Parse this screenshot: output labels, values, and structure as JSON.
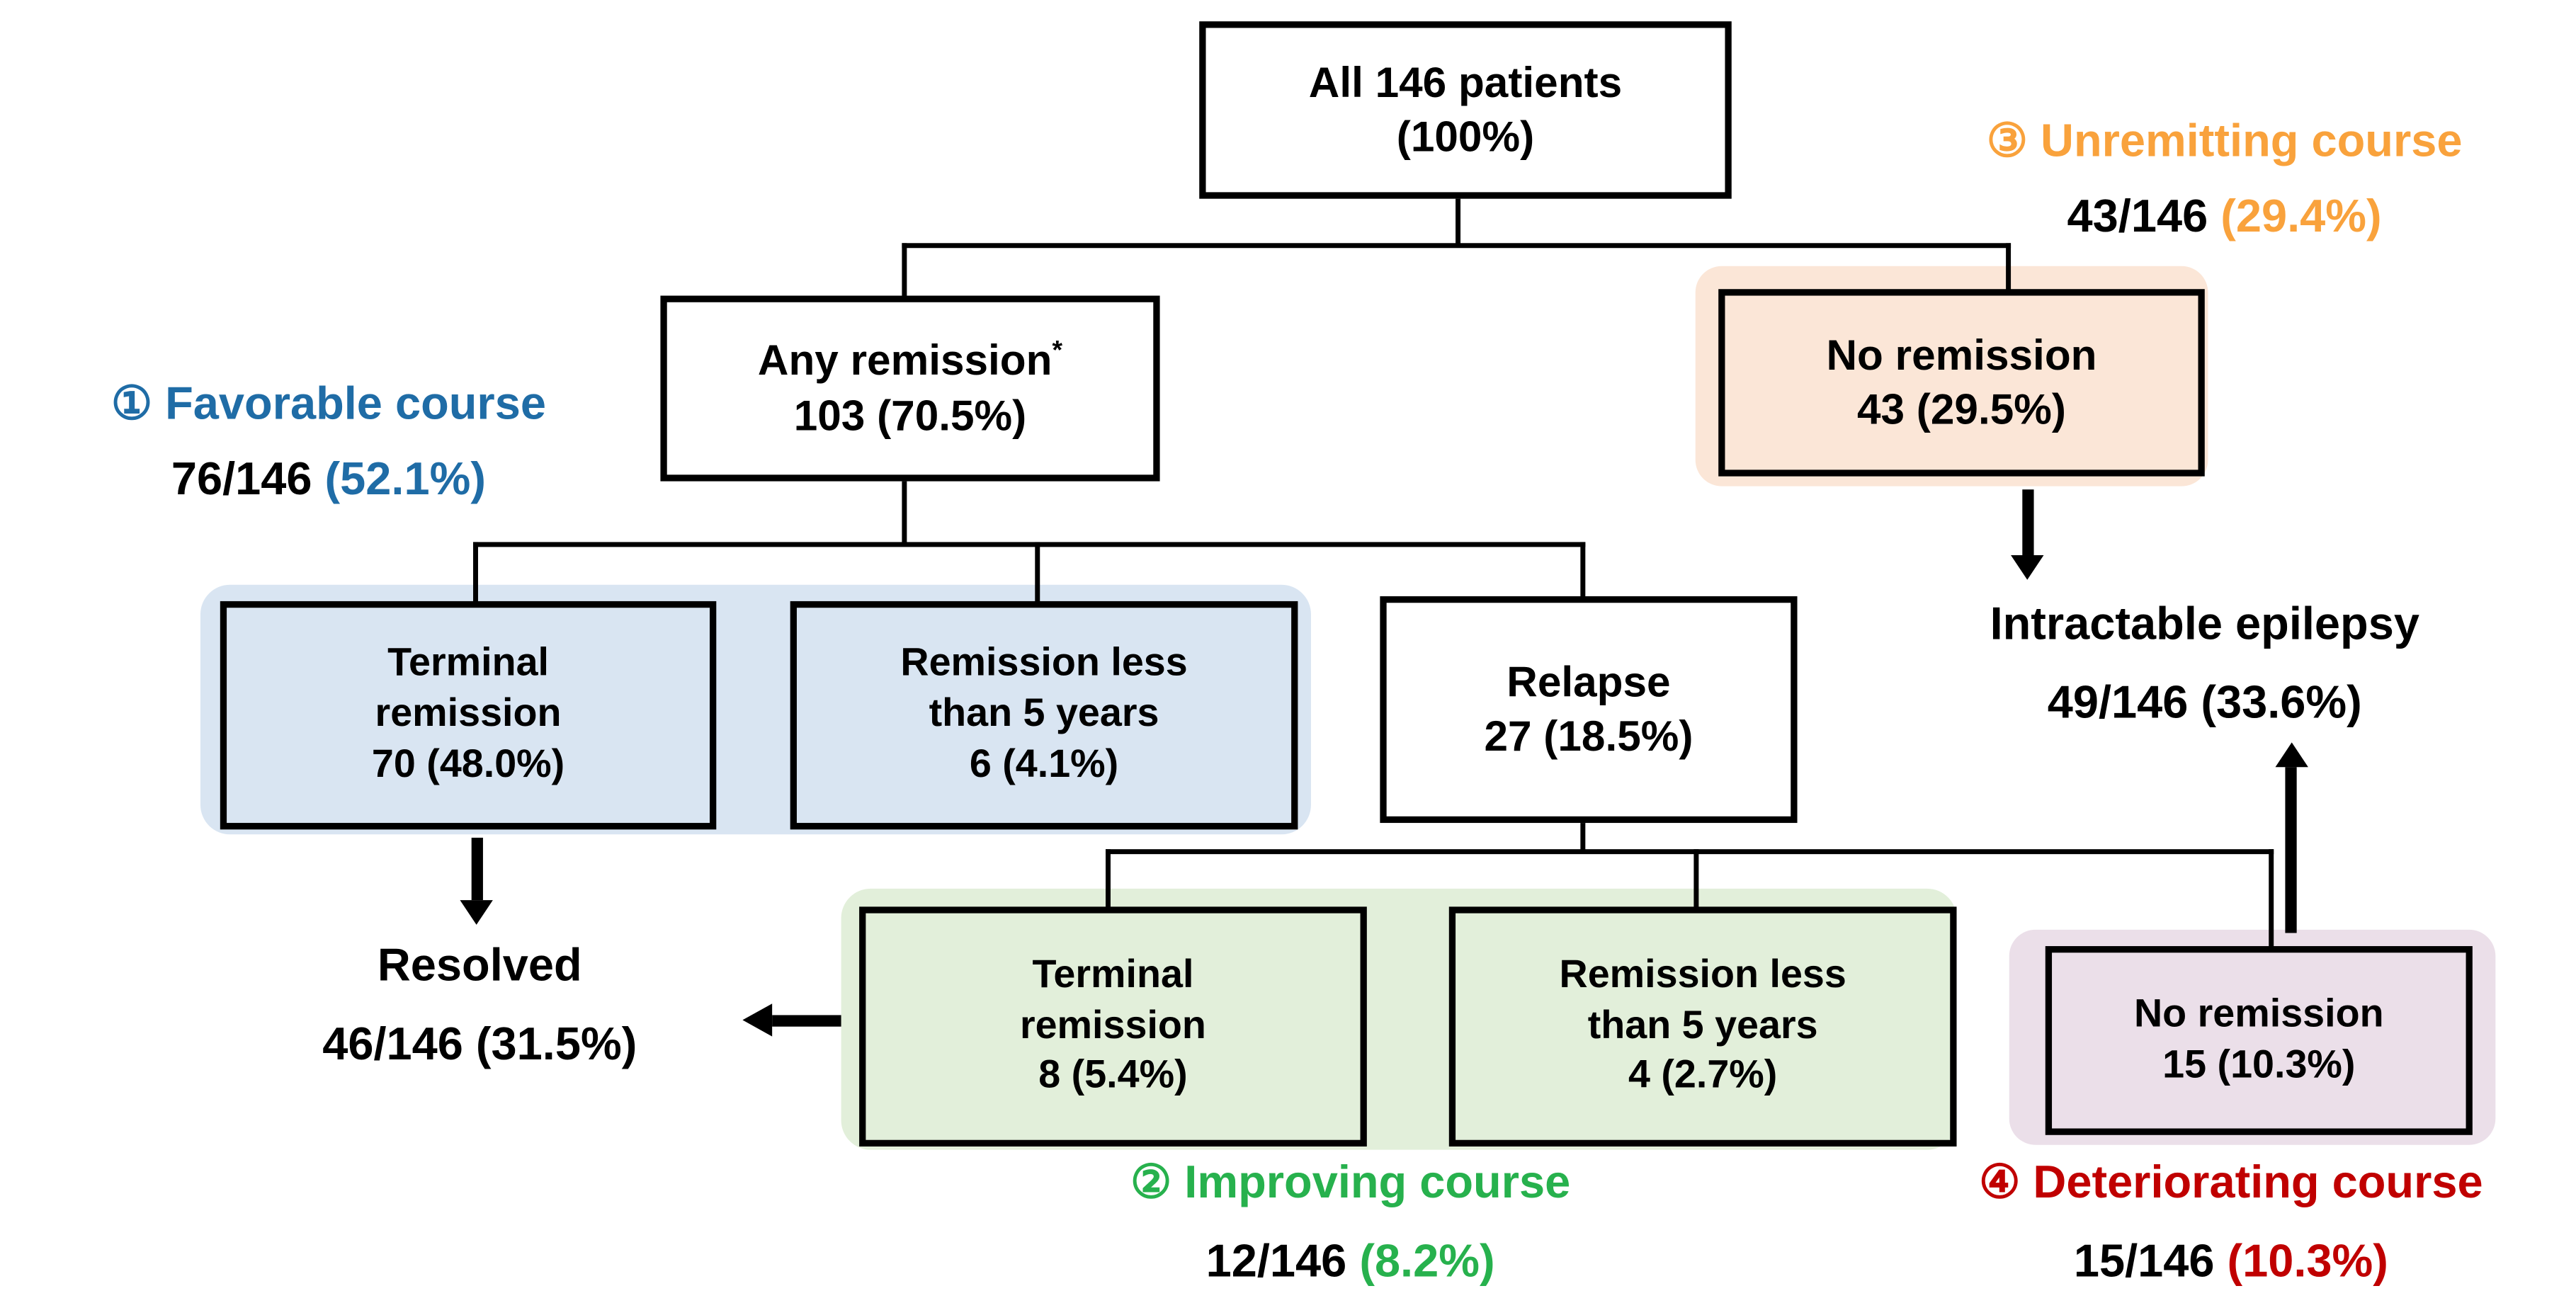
{
  "nodes": {
    "all_patients": {
      "lines": [
        "All 146 patients",
        "(100%)"
      ]
    },
    "any_remission": {
      "lines": [
        "Any remission",
        "103 (70.5%)"
      ],
      "superscript": "*"
    },
    "no_remission_top": {
      "lines": [
        "No remission",
        "43 (29.5%)"
      ]
    },
    "terminal_remission_first": {
      "lines": [
        "Terminal",
        "remission",
        "70 (48.0%)"
      ]
    },
    "remission_lt5_first": {
      "lines": [
        "Remission less",
        "than 5 years",
        "6 (4.1%)"
      ]
    },
    "relapse": {
      "lines": [
        "Relapse",
        "27 (18.5%)"
      ]
    },
    "terminal_remission_relapse": {
      "lines": [
        "Terminal",
        "remission",
        "8 (5.4%)"
      ]
    },
    "remission_lt5_relapse": {
      "lines": [
        "Remission less",
        "than 5 years",
        "4 (2.7%)"
      ]
    },
    "no_remission_relapse": {
      "lines": [
        "No remission",
        "15 (10.3%)"
      ]
    }
  },
  "labels": {
    "favorable": {
      "number": "①",
      "title": "Favorable course",
      "fraction": "76/146",
      "percent": "(52.1%)",
      "color": "#1f6ca6"
    },
    "improving": {
      "number": "②",
      "title": "Improving course",
      "fraction": "12/146",
      "percent": "(8.2%)",
      "color": "#27b14d"
    },
    "unremitting": {
      "number": "③",
      "title": "Unremitting course",
      "fraction": "43/146",
      "percent": "(29.4%)",
      "color": "#f9a23c"
    },
    "deteriorating": {
      "number": "④",
      "title": "Deteriorating course",
      "fraction": "15/146",
      "percent": "(10.3%)",
      "color": "#c00000"
    },
    "resolved": {
      "lines": [
        "Resolved",
        "46/146 (31.5%)"
      ]
    },
    "intractable": {
      "lines": [
        "Intractable epilepsy",
        "49/146 (33.6%)"
      ]
    }
  },
  "panels": {
    "favorable_blue": "#d9e5f2",
    "improving_green": "#e2efda",
    "unremitting_peach": "#fbe6d7",
    "deteriorating_pink": "#ebdfe9"
  },
  "line_color": "#000000"
}
